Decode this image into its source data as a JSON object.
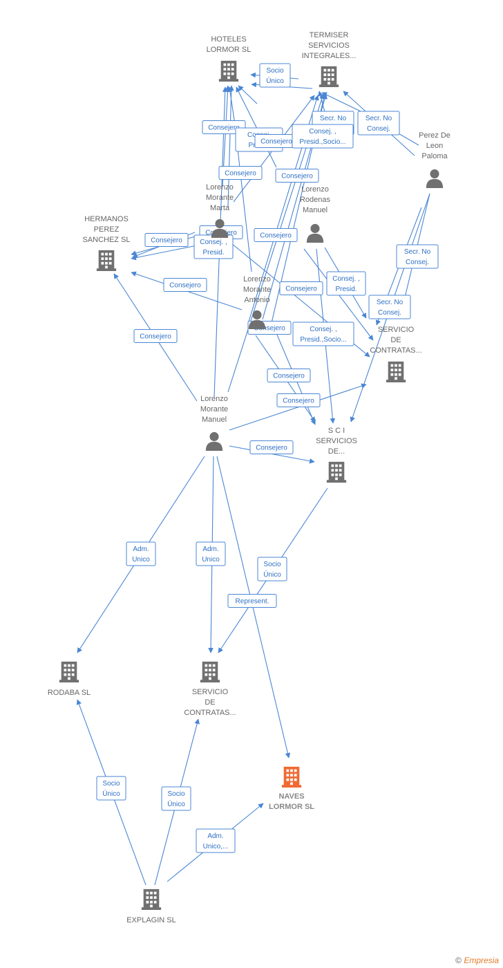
{
  "colors": {
    "edge": "#4a86d4",
    "company": "#707070",
    "highlight": "#f06a34",
    "person": "#707070"
  },
  "nodes": [
    {
      "id": "hoteles",
      "type": "company",
      "lines": [
        "HOTELES",
        "LORMOR SL"
      ]
    },
    {
      "id": "termiser",
      "type": "company",
      "lines": [
        "TERMISER",
        "SERVICIOS",
        "INTEGRALES..."
      ]
    },
    {
      "id": "perez_de_leon",
      "type": "person",
      "lines": [
        "Perez De",
        "Leon",
        "Paloma"
      ]
    },
    {
      "id": "lor_marta",
      "type": "person",
      "lines": [
        "Lorenzo",
        "Morante",
        "Marta"
      ]
    },
    {
      "id": "lor_rodenas",
      "type": "person",
      "lines": [
        "Lorenzo",
        "Rodenas",
        "Manuel"
      ]
    },
    {
      "id": "hermanos",
      "type": "company",
      "lines": [
        "HERMANOS",
        "PEREZ",
        "SANCHEZ SL"
      ]
    },
    {
      "id": "lor_antonio",
      "type": "person",
      "lines": [
        "Lorenzo",
        "Morante",
        "Antonio"
      ]
    },
    {
      "id": "servicio1",
      "type": "company",
      "lines": [
        "SERVICIO",
        "DE",
        "CONTRATAS..."
      ]
    },
    {
      "id": "lor_manuel",
      "type": "person",
      "lines": [
        "Lorenzo",
        "Morante",
        "Manuel"
      ]
    },
    {
      "id": "sci",
      "type": "company",
      "lines": [
        "S C I",
        "SERVICIOS",
        "DE..."
      ]
    },
    {
      "id": "rodaba",
      "type": "company",
      "lines": [
        "RODABA SL"
      ]
    },
    {
      "id": "servicio2",
      "type": "company",
      "lines": [
        "SERVICIO",
        "DE",
        "CONTRATAS..."
      ]
    },
    {
      "id": "naves",
      "type": "company_highlight",
      "lines": [
        "NAVES",
        "LORMOR SL"
      ]
    },
    {
      "id": "explagin",
      "type": "company",
      "lines": [
        "EXPLAGIN SL"
      ]
    }
  ],
  "edge_labels": [
    {
      "id": "e_socio_unico_termiser_hoteles",
      "lines": [
        "Socio",
        "Único"
      ]
    },
    {
      "id": "e_consejero_hoteles",
      "lines": [
        "Consejero"
      ]
    },
    {
      "id": "e_consej_presid_hoteles",
      "lines": [
        "Consej.",
        "Presid."
      ]
    },
    {
      "id": "e_consejero_termiser_a",
      "lines": [
        "Consejero"
      ]
    },
    {
      "id": "e_secr_no_consej_termiser_a",
      "lines": [
        "Secr. No",
        "Consej."
      ]
    },
    {
      "id": "e_consej_presid_socio_termiser",
      "lines": [
        "Consej. ,",
        "Presid.,Socio..."
      ]
    },
    {
      "id": "e_secr_no_consej_termiser_b",
      "lines": [
        "Secr. No",
        "Consej."
      ]
    },
    {
      "id": "e_consejero_marta_hoteles",
      "lines": [
        "Consejero"
      ]
    },
    {
      "id": "e_consejero_rodenas_termiser",
      "lines": [
        "Consejero"
      ]
    },
    {
      "id": "e_consejero_hermanos_a",
      "lines": [
        "Consejero"
      ]
    },
    {
      "id": "e_consejero_hermanos_b",
      "lines": [
        "Consejero"
      ]
    },
    {
      "id": "e_consej_presid_hermanos",
      "lines": [
        "Consej. ,",
        "Presid."
      ]
    },
    {
      "id": "e_consejero_rodenas_a",
      "lines": [
        "Consejero"
      ]
    },
    {
      "id": "e_consejero_antonio_hermanos",
      "lines": [
        "Consejero"
      ]
    },
    {
      "id": "e_consejero_servicio_a",
      "lines": [
        "Consejero"
      ]
    },
    {
      "id": "e_consej_presid_servicio",
      "lines": [
        "Consej. ,",
        "Presid."
      ]
    },
    {
      "id": "e_secr_no_consej_perez_a",
      "lines": [
        "Secr. No",
        "Consej."
      ]
    },
    {
      "id": "e_secr_no_consej_perez_b",
      "lines": [
        "Secr. No",
        "Consej."
      ]
    },
    {
      "id": "e_consejero_manuel_hermanos",
      "lines": [
        "Consejero"
      ]
    },
    {
      "id": "e_consejero_antonio_sci",
      "lines": [
        "Consejero"
      ]
    },
    {
      "id": "e_consej_presid_socio_servicio",
      "lines": [
        "Consej. ,",
        "Presid.,Socio..."
      ]
    },
    {
      "id": "e_consejero_sci_a",
      "lines": [
        "Consejero"
      ]
    },
    {
      "id": "e_consejero_sci_b",
      "lines": [
        "Consejero"
      ]
    },
    {
      "id": "e_consejero_manuel_sci",
      "lines": [
        "Consejero"
      ]
    },
    {
      "id": "e_adm_unico_rodaba",
      "lines": [
        "Adm.",
        "Unico"
      ]
    },
    {
      "id": "e_adm_unico_servicio2",
      "lines": [
        "Adm.",
        "Unico"
      ]
    },
    {
      "id": "e_socio_unico_sci_servicio2",
      "lines": [
        "Socio",
        "Único"
      ]
    },
    {
      "id": "e_represent",
      "lines": [
        "Represent."
      ]
    },
    {
      "id": "e_socio_unico_explagin_rodaba",
      "lines": [
        "Socio",
        "Único"
      ]
    },
    {
      "id": "e_socio_unico_explagin_servicio2",
      "lines": [
        "Socio",
        "Único"
      ]
    },
    {
      "id": "e_adm_unico_explagin_naves",
      "lines": [
        "Adm.",
        "Unico,..."
      ]
    }
  ],
  "footer": {
    "copyright": "©",
    "brand": "Empresia"
  }
}
